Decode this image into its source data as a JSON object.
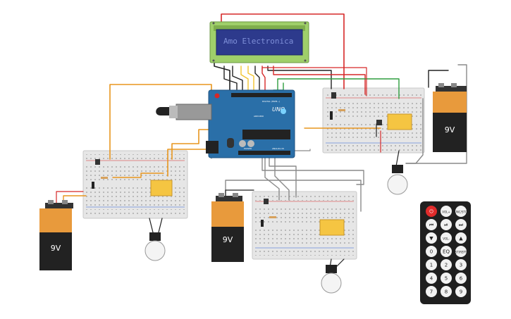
{
  "lcd": {
    "text": "Amo Electronica"
  },
  "arduino": {
    "model_text": "UNO",
    "brand_text": "ARDUINO",
    "digital_label": "DIGITAL (PWM~)",
    "power_label": "POWER",
    "analog_label": "ANALOG IN"
  },
  "batteries": [
    {
      "label": "9V"
    },
    {
      "label": "9V"
    },
    {
      "label": "9V"
    }
  ],
  "remote": {
    "buttons": [
      "⏻",
      "VOL+",
      "FUNC/STOP",
      "⏮",
      "⏯",
      "⏭",
      "▼",
      "VOL-",
      "▲",
      "0",
      "EQ",
      "ST/REPT",
      "1",
      "2",
      "3",
      "4",
      "5",
      "6",
      "7",
      "8",
      "9"
    ]
  },
  "colors": {
    "wire_red": "#d62828",
    "wire_orange": "#e8961e",
    "wire_black": "#222222",
    "wire_gray": "#8a8a8a",
    "wire_green": "#2e9e3e",
    "wire_yellow": "#f2c531",
    "arduino_blue": "#2a6fa8",
    "battery_orange": "#e89a3c",
    "relay_yellow": "#f5c542",
    "lcd_green": "#9fcf6a",
    "lcd_screen": "#2d3a8c"
  }
}
